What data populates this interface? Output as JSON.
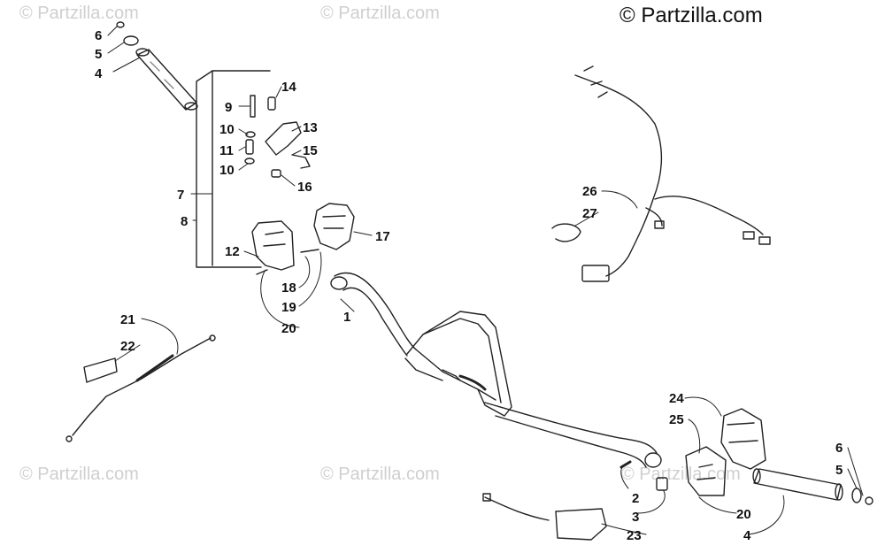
{
  "copyright": "© Partzilla.com",
  "watermark": "© Partzilla.com",
  "part_labels": [
    "1",
    "2",
    "3",
    "4",
    "5",
    "6",
    "7",
    "8",
    "9",
    "10",
    "11",
    "12",
    "13",
    "14",
    "15",
    "16",
    "17",
    "18",
    "19",
    "20",
    "21",
    "22",
    "23",
    "24",
    "25",
    "26",
    "27"
  ],
  "callouts": {
    "l6a": "6",
    "l5a": "5",
    "l4a": "4",
    "l9": "9",
    "l14": "14",
    "l10a": "10",
    "l13": "13",
    "l11": "11",
    "l15": "15",
    "l10b": "10",
    "l16": "16",
    "l7": "7",
    "l8": "8",
    "l17": "17",
    "l12": "12",
    "l18": "18",
    "l19": "19",
    "l20a": "20",
    "l1": "1",
    "l21": "21",
    "l22": "22",
    "l26": "26",
    "l27": "27",
    "l24": "24",
    "l25": "25",
    "l6b": "6",
    "l5b": "5",
    "l2": "2",
    "l3": "3",
    "l20b": "20",
    "l23": "23",
    "l4b": "4"
  },
  "colors": {
    "line": "#222222",
    "watermark": "#cfcfcf",
    "background": "#ffffff"
  }
}
